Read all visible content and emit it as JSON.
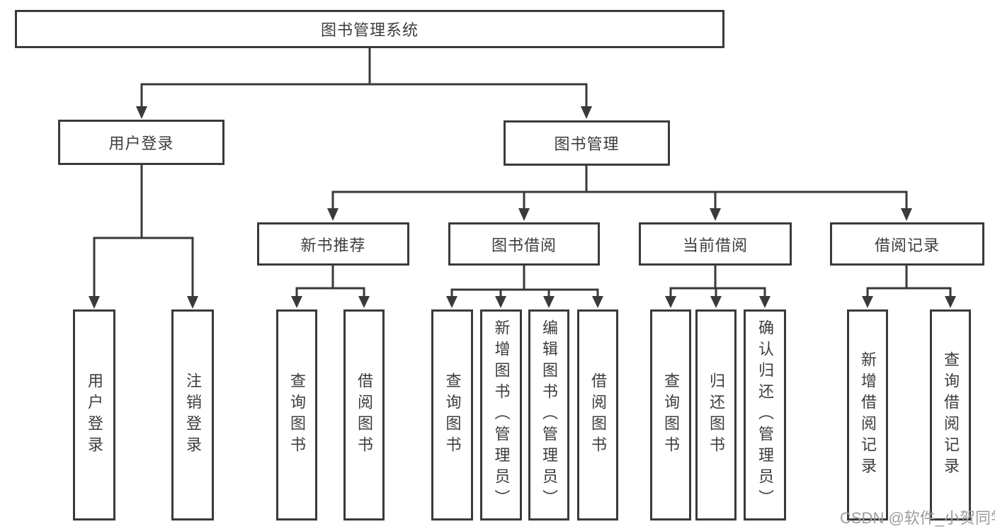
{
  "diagram": {
    "root": {
      "label": "图书管理系统"
    },
    "level2": [
      {
        "label": "用户登录"
      },
      {
        "label": "图书管理"
      }
    ],
    "level3": [
      {
        "label": "新书推荐"
      },
      {
        "label": "图书借阅"
      },
      {
        "label": "当前借阅"
      },
      {
        "label": "借阅记录"
      }
    ],
    "leaves": {
      "user_login": [
        "用户登录",
        "注销登录"
      ],
      "new_books": [
        "查询图书",
        "借阅图书"
      ],
      "book_borrow": [
        "查询图书",
        "新增图书（管理员）",
        "编辑图书（管理员）",
        "借阅图书"
      ],
      "current_borrow": [
        "查询图书",
        "归还图书",
        "确认归还（管理员）"
      ],
      "borrow_records": [
        "新增借阅记录",
        "查询借阅记录"
      ]
    }
  },
  "watermark": {
    "text": "CSDN @软件_小贺同学"
  },
  "colors": {
    "line": "#3a3a3a",
    "text": "#3d3d3d",
    "watermark": "#9c9c9c",
    "background": "#ffffff"
  }
}
